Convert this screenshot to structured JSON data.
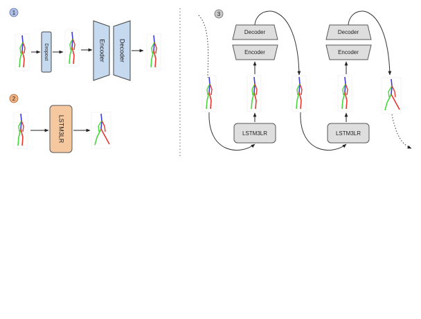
{
  "panels": [
    {
      "id": "1",
      "badge_label": "1"
    },
    {
      "id": "2",
      "badge_label": "2"
    },
    {
      "id": "3",
      "badge_label": "3"
    }
  ],
  "blocks": {
    "dropout": "Dropout",
    "encoder": "Encoder",
    "decoder": "Decoder",
    "lstm": "LSTM3LR"
  },
  "colors": {
    "badge_blue": "#aebfe8",
    "badge_orange": "#f2b07f",
    "badge_gray": "#c9c9c9",
    "encoder_fill": "#c5d9ef",
    "lstm_orange": "#f6c8a0",
    "gray_block": "#dedede",
    "skeleton_red": "#e8342d",
    "skeleton_green": "#45d63a",
    "skeleton_blue": "#3a3ad8"
  }
}
